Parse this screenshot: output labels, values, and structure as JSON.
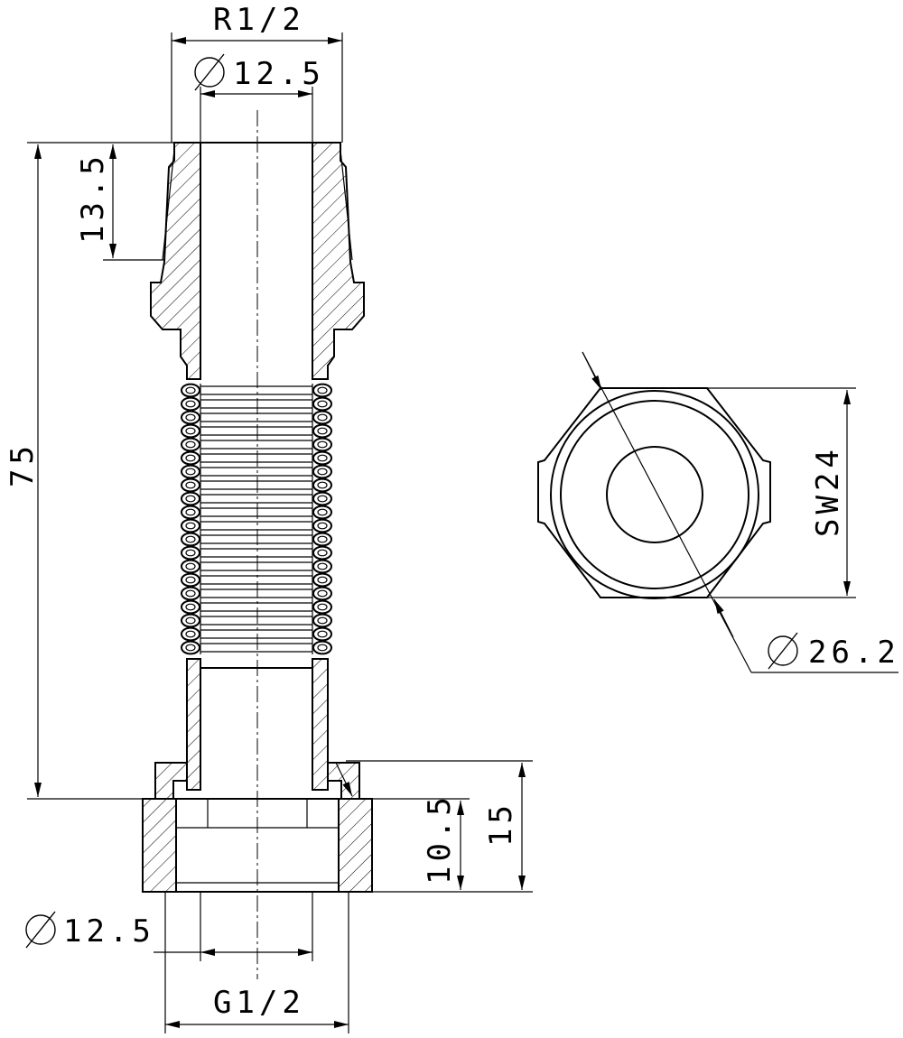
{
  "dimensions": {
    "top_thread": "R1/2",
    "top_bore": "12.5",
    "top_taper_length": "13.5",
    "overall_length": "75",
    "nut_depth": "10.5",
    "nut_height": "15",
    "bottom_bore": "12.5",
    "bottom_thread": "G1/2",
    "across_flats": "SW24",
    "nut_outer_diameter": "26.2"
  },
  "icons": {
    "diameter_symbol": "diameter-icon"
  },
  "colors": {
    "line": "#000000",
    "background": "#ffffff"
  }
}
